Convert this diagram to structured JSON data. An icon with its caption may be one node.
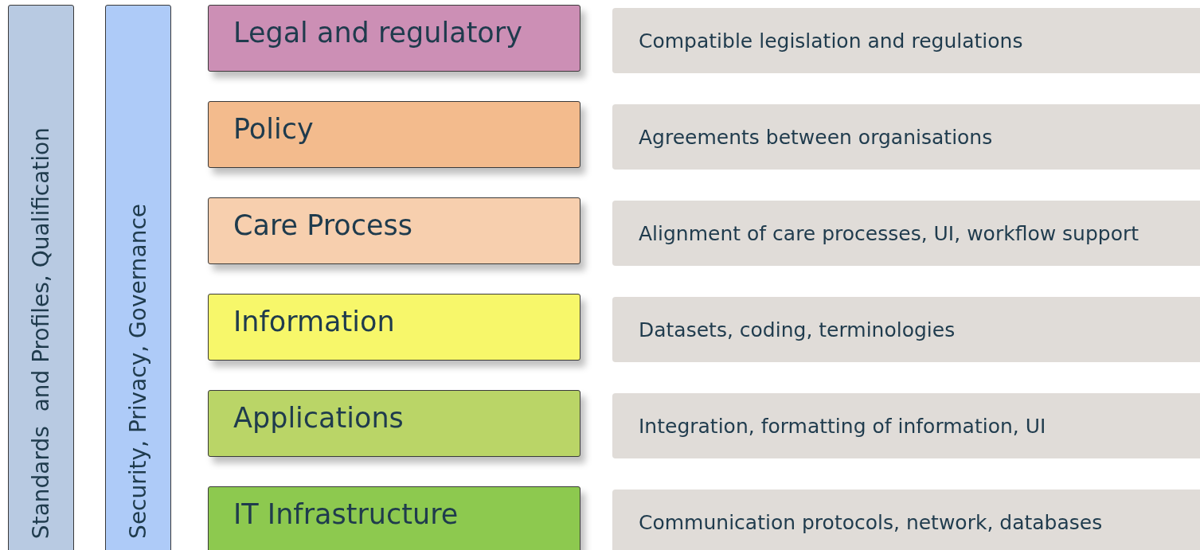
{
  "diagram": {
    "nodes": [
      {
        "text": [
          "Standards  and Profiles, Qualification"
        ]
      },
      {
        "text": [
          "Security, Privacy, Governance"
        ]
      },
      {
        "text": [
          "Legal and regulatory"
        ]
      },
      {
        "text": [
          "Policy"
        ]
      },
      {
        "text": [
          "Care Process"
        ]
      },
      {
        "text": [
          "Information"
        ]
      },
      {
        "text": [
          "Applications"
        ]
      },
      {
        "text": [
          "IT Infrastructure"
        ]
      },
      {
        "text": [
          "Compatible legislation and regulations"
        ]
      },
      {
        "text": [
          "Agreements between organisations"
        ]
      },
      {
        "text": [
          "Alignment of care processes, UI, workflow support"
        ]
      },
      {
        "text": [
          "Datasets, coding, terminologies"
        ]
      },
      {
        "text": [
          "Integration, formatting of information, UI"
        ]
      },
      {
        "text": [
          "Communication protocols, network, databases"
        ]
      }
    ]
  }
}
